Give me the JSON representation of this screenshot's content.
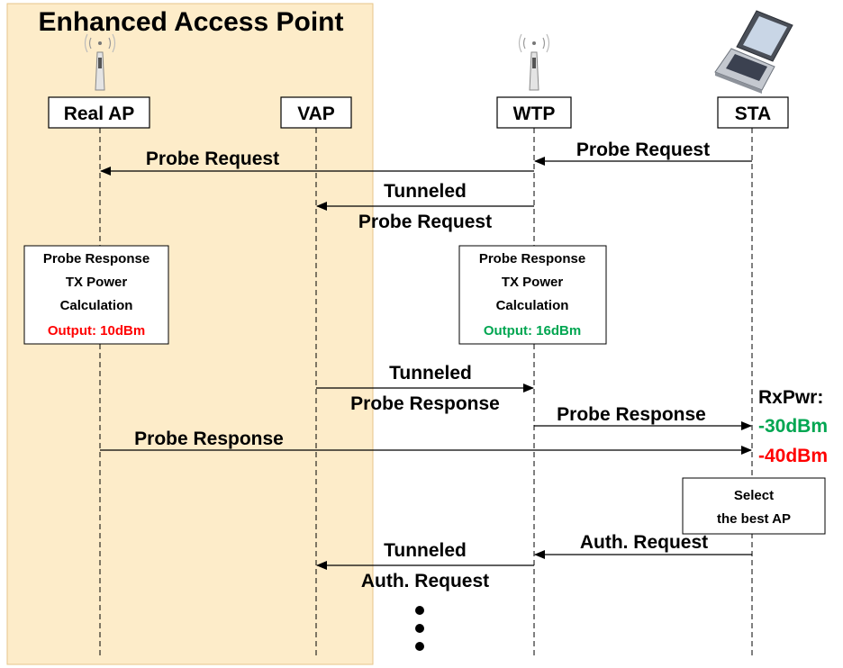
{
  "title": "Enhanced Access Point",
  "entities": [
    {
      "key": "real_ap",
      "label": "Real AP"
    },
    {
      "key": "vap",
      "label": "VAP"
    },
    {
      "key": "wtp",
      "label": "WTP"
    },
    {
      "key": "sta",
      "label": "STA"
    }
  ],
  "messages": {
    "sta_wtp_probe_req": "Probe Request",
    "wtp_realap_probe_req": "Probe Request",
    "wtp_vap_tunneled_1": "Tunneled",
    "wtp_vap_tunneled_2": "Probe Request",
    "vap_wtp_tunneled_1": "Tunneled",
    "vap_wtp_tunneled_2": "Probe Response",
    "wtp_sta_probe_resp": "Probe Response",
    "realap_sta_probe_resp": "Probe Response",
    "sta_wtp_auth_req": "Auth. Request",
    "wtp_vap_auth_1": "Tunneled",
    "wtp_vap_auth_2": "Auth. Request"
  },
  "calc_boxes": {
    "real_ap": {
      "lines": [
        "Probe Response",
        "TX Power",
        "Calculation"
      ],
      "output": "Output: 10dBm",
      "output_color": "#ff0000"
    },
    "wtp": {
      "lines": [
        "Probe Response",
        "TX Power",
        "Calculation"
      ],
      "output": "Output: 16dBm",
      "output_color": "#00a651"
    }
  },
  "rxpwr": {
    "label": "RxPwr:",
    "wtp_value": "-30dBm",
    "wtp_color": "#00a651",
    "realap_value": "-40dBm",
    "realap_color": "#ff0000"
  },
  "select_box": {
    "line1": "Select",
    "line2": "the best AP"
  },
  "colors": {
    "shade": "#fdecc9",
    "shade_border": "#e6c58a"
  }
}
